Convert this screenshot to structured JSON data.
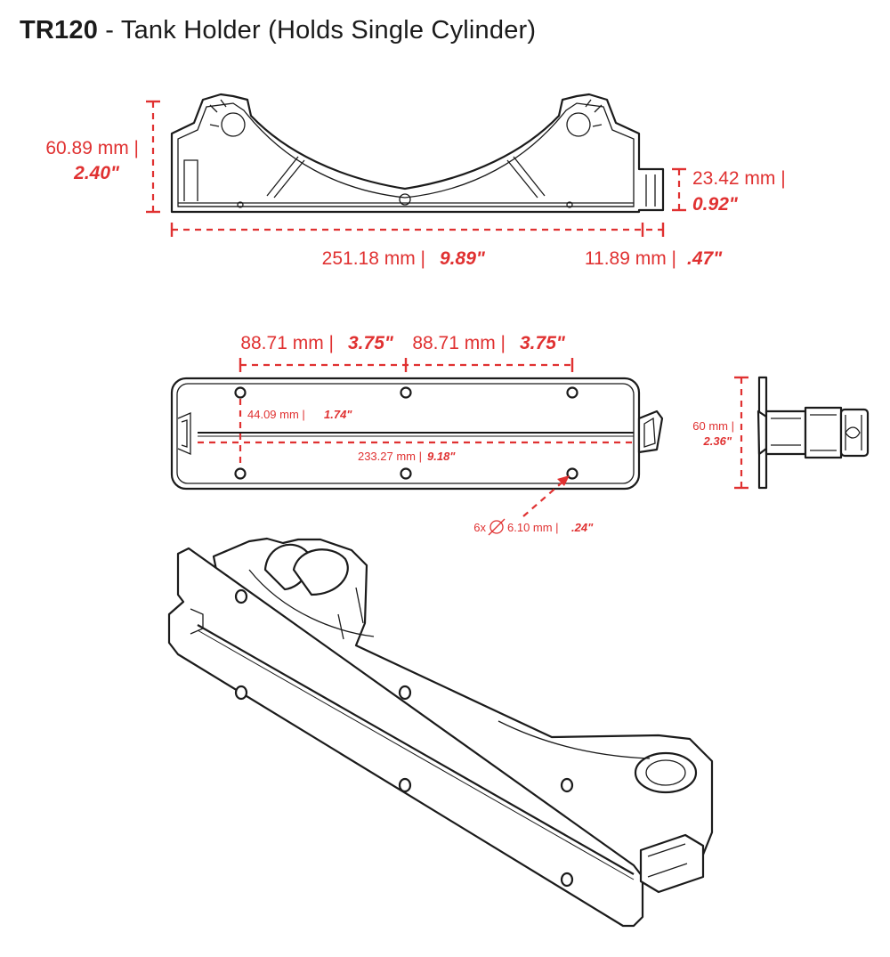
{
  "title": {
    "code": "TR120",
    "separator": " - ",
    "description": "Tank Holder (Holds Single Cylinder)"
  },
  "colors": {
    "dimension": "#e03131",
    "outline": "#1b1b1b",
    "background": "#ffffff"
  },
  "front_view": {
    "height_mm": "60.89 mm |",
    "height_in": "2.40\"",
    "rail_height_mm": "23.42 mm |",
    "rail_height_in": "0.92\"",
    "length_mm": "251.18 mm |",
    "length_in": "9.89\"",
    "rail_length_mm": "11.89 mm |",
    "rail_length_in": ".47\""
  },
  "top_view": {
    "spacing_left_mm": "88.71 mm |",
    "spacing_left_in": "3.75\"",
    "spacing_right_mm": "88.71 mm |",
    "spacing_right_in": "3.75\"",
    "row_spacing_mm": "44.09 mm |",
    "row_spacing_in": "1.74\"",
    "slot_length_mm": "233.27 mm |",
    "slot_length_in": "9.18\"",
    "hole_callout": "6x",
    "hole_diameter_mm": "6.10 mm |",
    "hole_diameter_in": ".24\""
  },
  "side_view": {
    "width_mm": "60 mm |",
    "width_in": "2.36\""
  }
}
